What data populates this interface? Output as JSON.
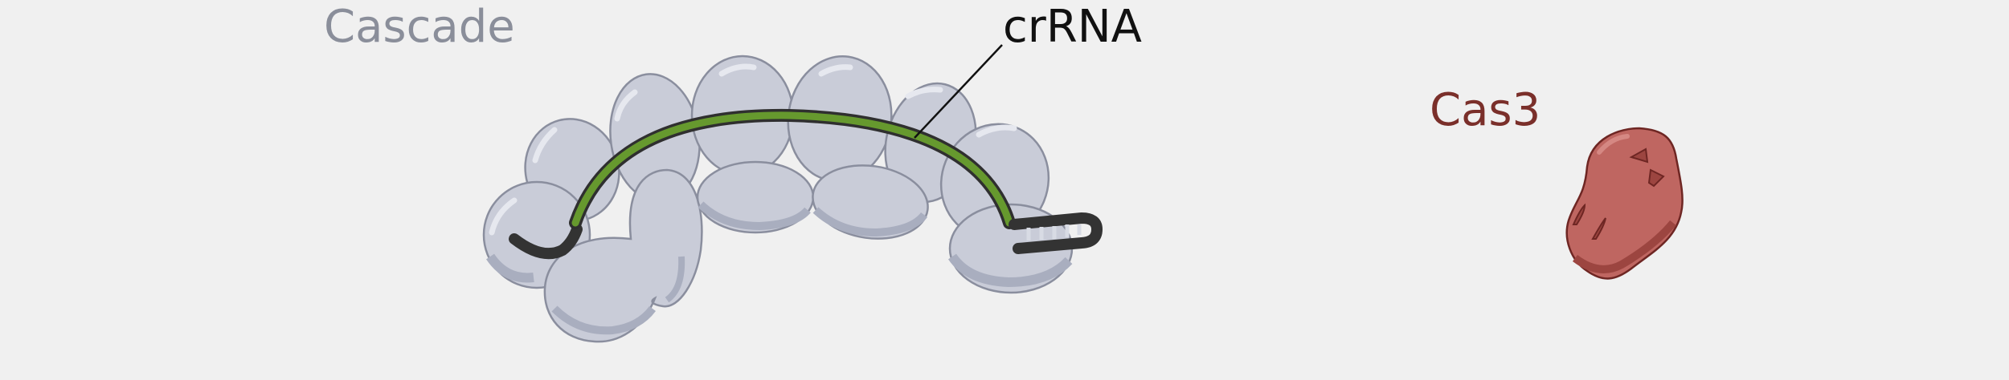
{
  "labels": {
    "cascade": "Cascade",
    "crrna": "crRNA",
    "cas3": "Cas3"
  },
  "colors": {
    "background": "#f0f0f0",
    "cascade_subunit_fill": "#c9ccd8",
    "cascade_subunit_shadow": "#a9aebf",
    "cascade_outline": "#8a8e9e",
    "cascade_label": "#8a8e9a",
    "crrna_strand": "#66992e",
    "crrna_outline": "#2f2f2f",
    "hairpin": "#333333",
    "cas3_fill": "#bf6661",
    "cas3_shadow": "#9c4540",
    "cas3_outline": "#6e2623",
    "cas3_label": "#7a2f2a"
  }
}
